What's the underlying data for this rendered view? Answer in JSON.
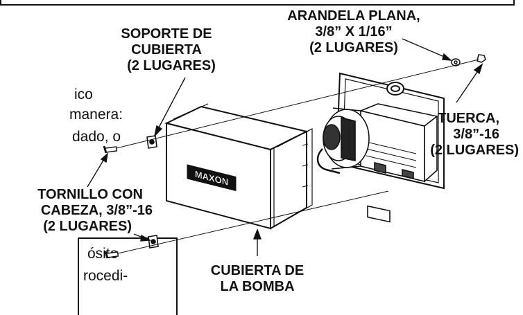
{
  "labels": {
    "arandela": [
      "ARANDELA PLANA,",
      "3/8” X 1/16”",
      "(2 LUGARES)"
    ],
    "soporte": [
      "SOPORTE DE",
      "CUBIERTA",
      "(2 LUGARES)"
    ],
    "tuerca": [
      "TUERCA,",
      "3/8”-16",
      "(2 LUGARES)"
    ],
    "tornillo": [
      "TORNILLO CON",
      "CABEZA, 3/8”-16",
      "(2 LUGARES)"
    ],
    "cubierta": [
      "CUBIERTA DE",
      "LA BOMBA"
    ]
  },
  "cover_logo": "MAXON",
  "body_text": [
    "ico",
    "manera:",
    "dado, o"
  ],
  "note_text": [
    "ósito",
    "rocedi-"
  ]
}
